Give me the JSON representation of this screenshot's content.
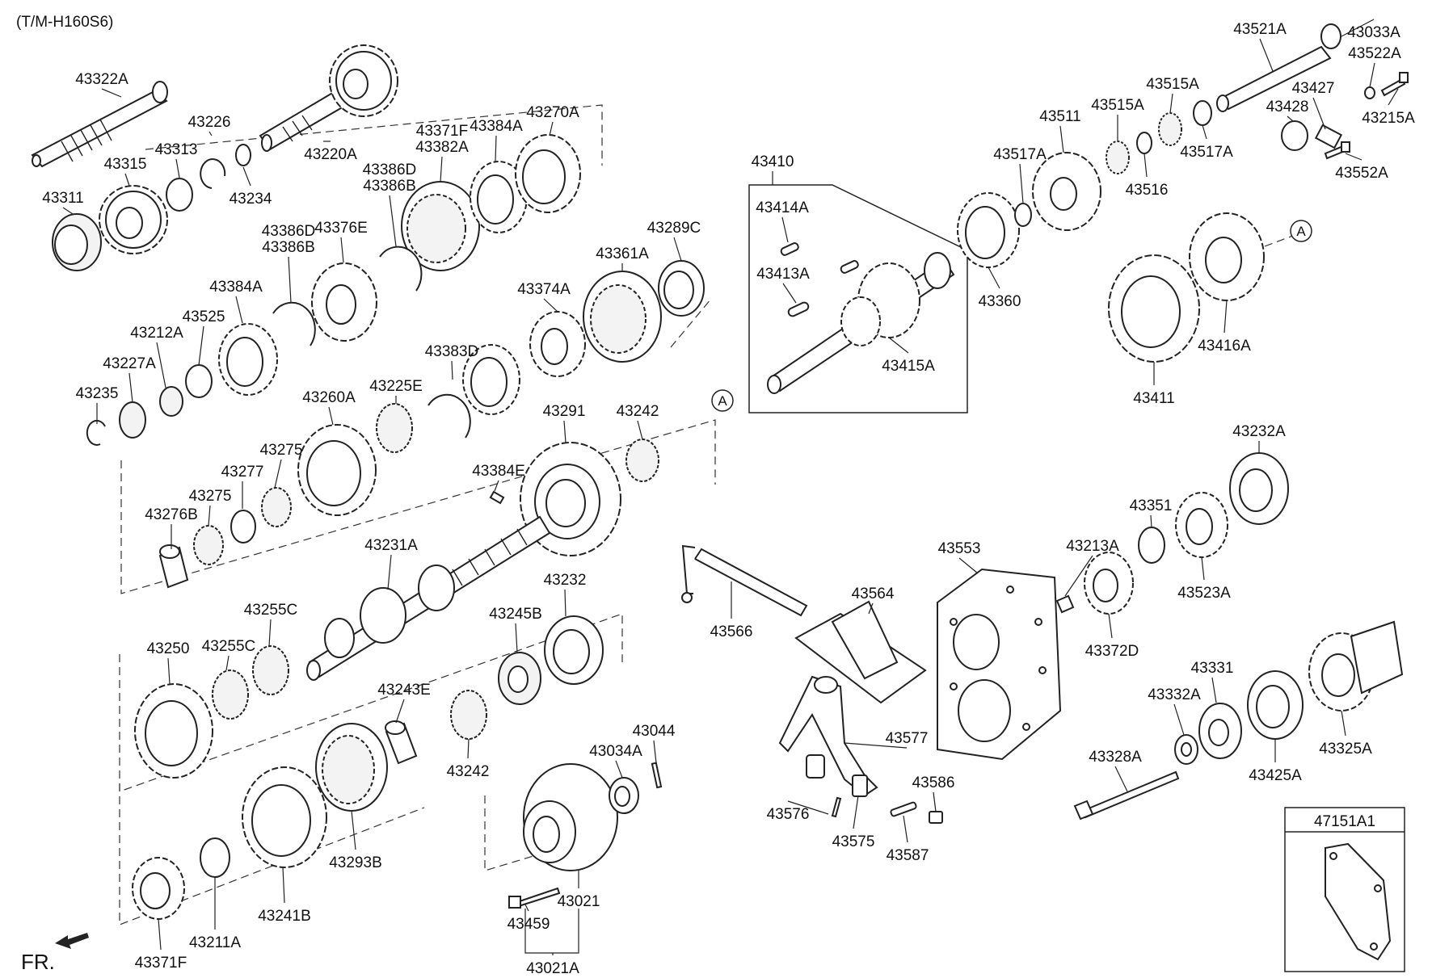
{
  "model_code": "(T/M-H160S6)",
  "front_label": "FR.",
  "ref_marker": "A",
  "kit_label": "47151A1",
  "parts": [
    {
      "id": "43322A"
    },
    {
      "id": "43226"
    },
    {
      "id": "43315"
    },
    {
      "id": "43313"
    },
    {
      "id": "43311"
    },
    {
      "id": "43234"
    },
    {
      "id": "43220A"
    },
    {
      "id": "43371F",
      "line2": "43382A"
    },
    {
      "id": "43384A"
    },
    {
      "id": "43270A"
    },
    {
      "id": "43386D",
      "line2": "43386B"
    },
    {
      "id": "43376E"
    },
    {
      "id": "43386D",
      "line2": "43386B"
    },
    {
      "id": "43384A"
    },
    {
      "id": "43525"
    },
    {
      "id": "43212A"
    },
    {
      "id": "43227A"
    },
    {
      "id": "43235"
    },
    {
      "id": "43289C"
    },
    {
      "id": "43361A"
    },
    {
      "id": "43374A"
    },
    {
      "id": "43383D"
    },
    {
      "id": "43225E"
    },
    {
      "id": "43260A"
    },
    {
      "id": "43291"
    },
    {
      "id": "43242"
    },
    {
      "id": "43275"
    },
    {
      "id": "43277"
    },
    {
      "id": "43275"
    },
    {
      "id": "43276B"
    },
    {
      "id": "43384E"
    },
    {
      "id": "43231A"
    },
    {
      "id": "43255C"
    },
    {
      "id": "43250"
    },
    {
      "id": "43255C"
    },
    {
      "id": "43232"
    },
    {
      "id": "43245B"
    },
    {
      "id": "43243E"
    },
    {
      "id": "43242"
    },
    {
      "id": "43044"
    },
    {
      "id": "43034A"
    },
    {
      "id": "43241B"
    },
    {
      "id": "43293B"
    },
    {
      "id": "43211A"
    },
    {
      "id": "43371F"
    },
    {
      "id": "43021"
    },
    {
      "id": "43459"
    },
    {
      "id": "43021A"
    },
    {
      "id": "43410"
    },
    {
      "id": "43414A"
    },
    {
      "id": "43413A"
    },
    {
      "id": "43415A"
    },
    {
      "id": "43360"
    },
    {
      "id": "43517A"
    },
    {
      "id": "43511"
    },
    {
      "id": "43515A"
    },
    {
      "id": "43515A"
    },
    {
      "id": "43516"
    },
    {
      "id": "43517A"
    },
    {
      "id": "43521A"
    },
    {
      "id": "43033A"
    },
    {
      "id": "43522A"
    },
    {
      "id": "43427"
    },
    {
      "id": "43428"
    },
    {
      "id": "43215A"
    },
    {
      "id": "43552A"
    },
    {
      "id": "43411"
    },
    {
      "id": "43416A"
    },
    {
      "id": "43232A"
    },
    {
      "id": "43351"
    },
    {
      "id": "43523A"
    },
    {
      "id": "43213A"
    },
    {
      "id": "43553"
    },
    {
      "id": "43372D"
    },
    {
      "id": "43564"
    },
    {
      "id": "43566"
    },
    {
      "id": "43577"
    },
    {
      "id": "43576"
    },
    {
      "id": "43575"
    },
    {
      "id": "43586"
    },
    {
      "id": "43587"
    },
    {
      "id": "43331"
    },
    {
      "id": "43332A"
    },
    {
      "id": "43328A"
    },
    {
      "id": "43425A"
    },
    {
      "id": "43325A"
    }
  ]
}
